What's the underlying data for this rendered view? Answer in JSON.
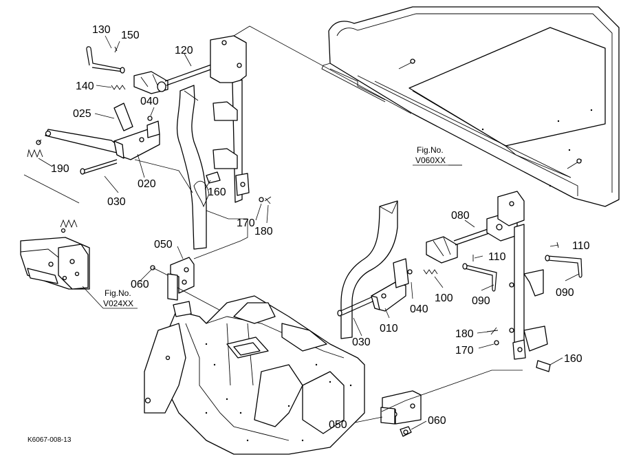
{
  "diagram": {
    "part_numbers": {
      "p130": "130",
      "p150": "150",
      "p120": "120",
      "p140": "140",
      "p040a": "040",
      "p025": "025",
      "p190": "190",
      "p020": "020",
      "p030a": "030",
      "p160a": "160",
      "p170a": "170",
      "p180a": "180",
      "p050a": "050",
      "p060a": "060",
      "p080": "080",
      "p110a": "110",
      "p110b": "110",
      "p090a": "090",
      "p090b": "090",
      "p100": "100",
      "p040b": "040",
      "p010": "010",
      "p030b": "030",
      "p180b": "180",
      "p170b": "170",
      "p160b": "160",
      "p050b": "050",
      "p060b": "060"
    },
    "figure_refs": {
      "v060_label": "Fig.No.",
      "v060_code": "V060XX",
      "v024_label": "Fig.No.",
      "v024_code": "V024XX"
    },
    "drawing_code": "K6067-008-13"
  }
}
